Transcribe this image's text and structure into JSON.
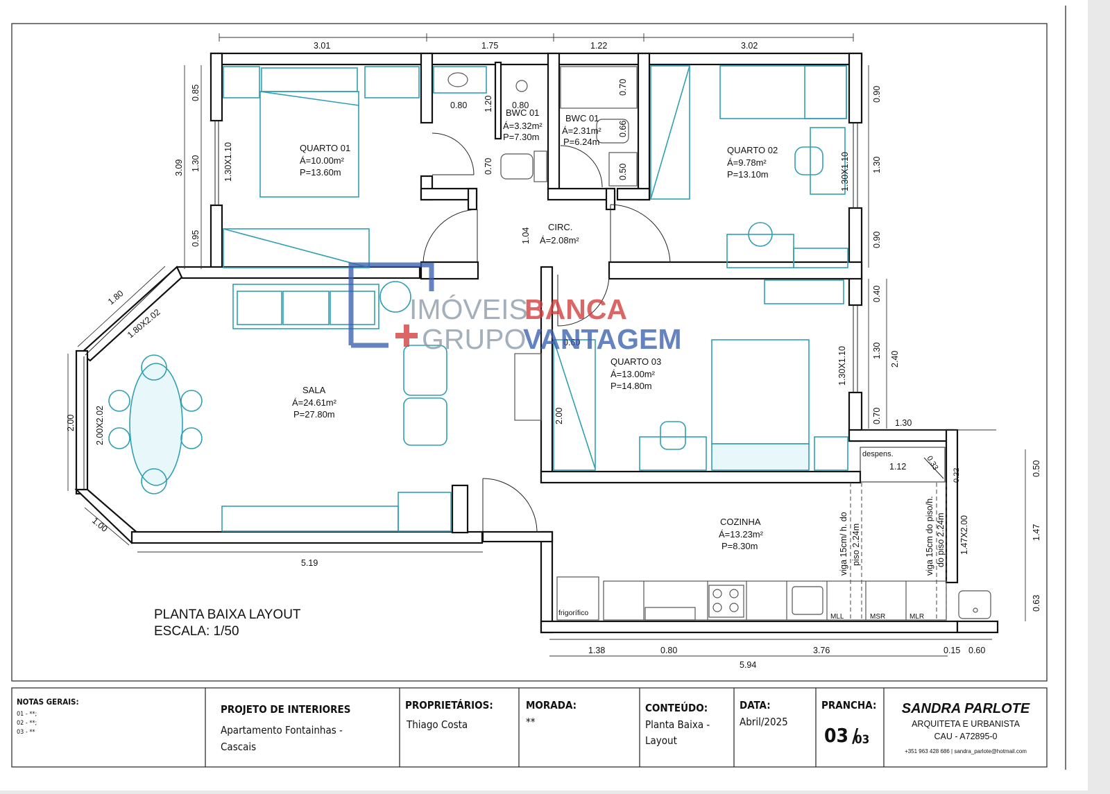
{
  "rooms": {
    "quarto01": {
      "name": "QUARTO 01",
      "area": "Á=10.00m²",
      "perim": "P=13.60m"
    },
    "quarto02": {
      "name": "QUARTO 02",
      "area": "Á=9.78m²",
      "perim": "P=13.10m"
    },
    "quarto03": {
      "name": "QUARTO 03",
      "area": "Á=13.00m²",
      "perim": "P=14.80m"
    },
    "bwc_a": {
      "name": "BWC 01",
      "area": "Á=3.32m²",
      "perim": "P=7.30m"
    },
    "bwc_b": {
      "name": "BWC 01",
      "area": "Á=2.31m²",
      "perim": "P=6.24m"
    },
    "circ": {
      "name": "CIRC.",
      "area": "Á=2.08m²"
    },
    "sala": {
      "name": "SALA",
      "area": "Á=24.61m²",
      "perim": "P=27.80m"
    },
    "cozinha": {
      "name": "COZINHA",
      "area": "Á=13.23m²",
      "perim": "P=8.30m"
    }
  },
  "labels": {
    "despens": "despens.",
    "frigorifico": "frigorífico",
    "mll": "MLL",
    "msr": "MSR",
    "mlr": "MLR",
    "viga1": "viga 15cm/ h. do",
    "viga1b": "piso 2.24m",
    "viga2": "viga 15cm do piso/h.",
    "viga2b": "do piso 2.24m"
  },
  "dims": {
    "t1": "3.01",
    "t2": "1.75",
    "t3": "1.22",
    "t4": "3.02",
    "l1": "0.85",
    "l2": "1.30",
    "l3": "0.95",
    "l4": "3.09",
    "w1": "1.30X1.10",
    "w2": "1.30X1.10",
    "w3": "1.30X1.10",
    "r1": "0.90",
    "r2": "1.30",
    "r3": "0.90",
    "r4": "0.40",
    "r5": "1.30",
    "r6": "0.70",
    "r7": "2.40",
    "k1": "1.30",
    "k2": "0.50",
    "k3": "1.47",
    "k4": "0.63",
    "k5": "1.47X2.00",
    "b1": "0.80",
    "b2": "0.80",
    "b3": "1.20",
    "b4": "0.70",
    "b5": "0.70",
    "b6": "0.66",
    "b7": "0.50",
    "c1": "1.04",
    "c2": "0.60",
    "c3": "2.00",
    "d1": "1.12",
    "d2": "0.33",
    "d3": "0.22",
    "s1": "1.80",
    "s2": "1.80X2.02",
    "s3": "2.00",
    "s4": "2.00X2.02",
    "s5": "1.00",
    "s6": "5.19",
    "kb1": "1.38",
    "kb2": "0.80",
    "kb3": "3.76",
    "kb4": "0.15",
    "kb5": "0.60",
    "kb6": "5.94"
  },
  "plan": {
    "title": "PLANTA BAIXA LAYOUT",
    "scale": "ESCALA: 1/50"
  },
  "watermark": {
    "w1": "IMÓVEIS",
    "w2": "BANCA",
    "w3": "GRUPO",
    "w4": "VANTAGEM"
  },
  "titleblock": {
    "notes_h": "NOTAS GERAIS:",
    "notes": [
      "01 - **;",
      "02 - **;",
      "03 - **"
    ],
    "proj_h": "PROJETO DE  INTERIORES",
    "proj_1": "Apartamento Fontainhas -",
    "proj_2": "Cascais",
    "prop_h": "PROPRIETÁRIOS:",
    "prop_v": "Thiago Costa",
    "mor_h": "MORADA:",
    "mor_v": "**",
    "cont_h": "CONTEÚDO:",
    "cont_1": "Planta Baixa -",
    "cont_2": "Layout",
    "data_h": "DATA:",
    "data_v": "Abril/2025",
    "pran_h": "PRANCHA:",
    "pran_a": "03",
    "pran_b": "03",
    "arch_name": "SANDRA PARLOTE",
    "arch_role": "ARQUITETA E URBANISTA",
    "arch_cau": "CAU - A72895-0",
    "arch_contact": "+351 963 428 686 | sandra_parlote@hotmail.com"
  }
}
